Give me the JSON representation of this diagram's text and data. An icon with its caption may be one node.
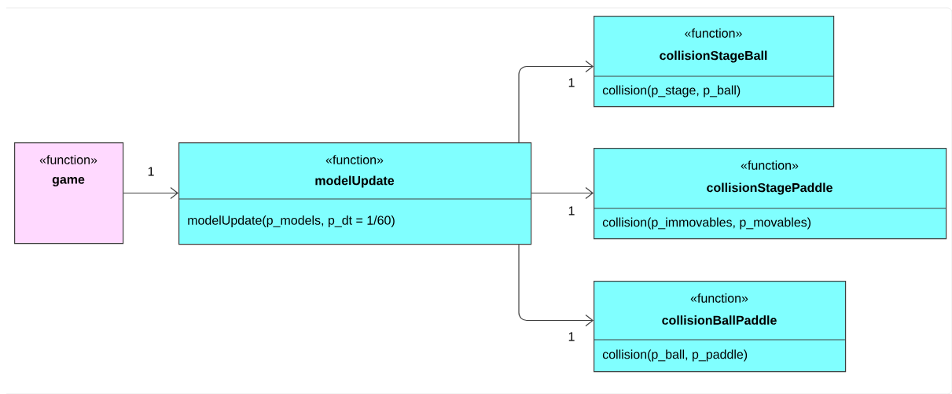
{
  "diagram": {
    "nodes": [
      {
        "text": [
          "«function»",
          "game"
        ]
      },
      {
        "text": [
          "«function»",
          "modelUpdate",
          "modelUpdate(p_models, p_dt = 1/60)"
        ]
      },
      {
        "text": [
          "«function»",
          "collisionStageBall",
          "collision(p_stage, p_ball)"
        ]
      },
      {
        "text": [
          "«function»",
          "collisionStagePaddle",
          "collision(p_immovables, p_movables)"
        ]
      },
      {
        "text": [
          "«function»",
          "collisionBallPaddle",
          "collision(p_ball, p_paddle)"
        ]
      }
    ],
    "edges": [
      {
        "from": 0,
        "to": 1,
        "arrow": "to",
        "label": "1"
      },
      {
        "from": 1,
        "to": 2,
        "arrow": "to",
        "label": "1"
      },
      {
        "from": 1,
        "to": 3,
        "arrow": "to",
        "label": "1"
      },
      {
        "from": 1,
        "to": 4,
        "arrow": "to",
        "label": "1"
      }
    ]
  }
}
